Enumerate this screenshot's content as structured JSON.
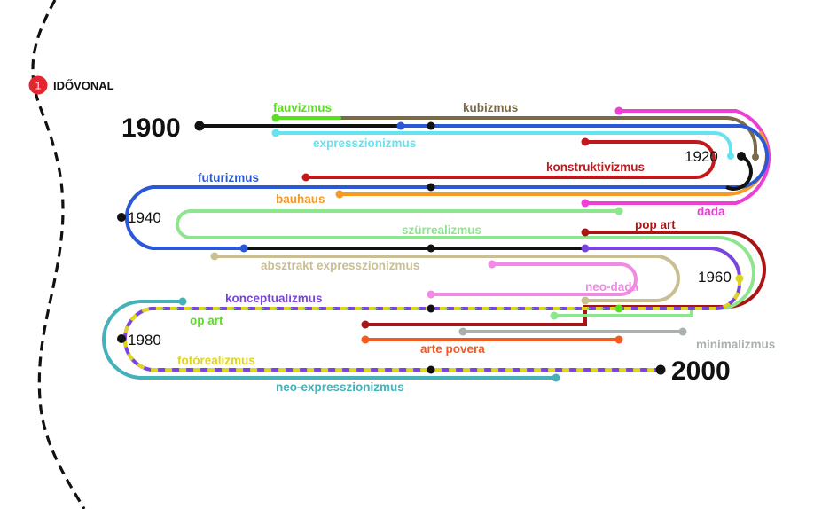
{
  "header": {
    "badge_number": "1",
    "title": "IDŐVONAL",
    "badge_color": "#e3262f"
  },
  "years": {
    "y1900": "1900",
    "y1920": "1920",
    "y1940": "1940",
    "y1960": "1960",
    "y1980": "1980",
    "y2000": "2000"
  },
  "movements": {
    "fauvizmus": {
      "label": "fauvizmus",
      "color": "#57e01e"
    },
    "kubizmus": {
      "label": "kubizmus",
      "color": "#7b6a48"
    },
    "expresszionizmus": {
      "label": "expresszionizmus",
      "color": "#66e3f0"
    },
    "konstruktivizmus": {
      "label": "konstruktivizmus",
      "color": "#c0181b"
    },
    "futurizmus": {
      "label": "futurizmus",
      "color": "#2b58d6"
    },
    "bauhaus": {
      "label": "bauhaus",
      "color": "#f59a22"
    },
    "dada": {
      "label": "dada",
      "color": "#ee3fd4"
    },
    "pop_art": {
      "label": "pop art",
      "color": "#a81515"
    },
    "szurrealizmus": {
      "label": "szürrealizmus",
      "color": "#8de58e"
    },
    "absztrakt": {
      "label": "absztrakt expresszionizmus",
      "color": "#c9bf92"
    },
    "neo_dada": {
      "label": "neo-dada",
      "color": "#f08ae3"
    },
    "konceptualizmus": {
      "label": "konceptualizmus",
      "color": "#7a45dc"
    },
    "op_art": {
      "label": "op art",
      "color": "#57e01e"
    },
    "minimalizmus": {
      "label": "minimalizmus",
      "color": "#a9b0ae"
    },
    "arte_povera": {
      "label": "arte povera",
      "color": "#f25a20"
    },
    "fotorealizmus": {
      "label": "fotórealizmus",
      "color": "#e0d51e"
    },
    "neo_expresszionizmus": {
      "label": "neo-expresszionizmus",
      "color": "#45b1b9"
    }
  }
}
